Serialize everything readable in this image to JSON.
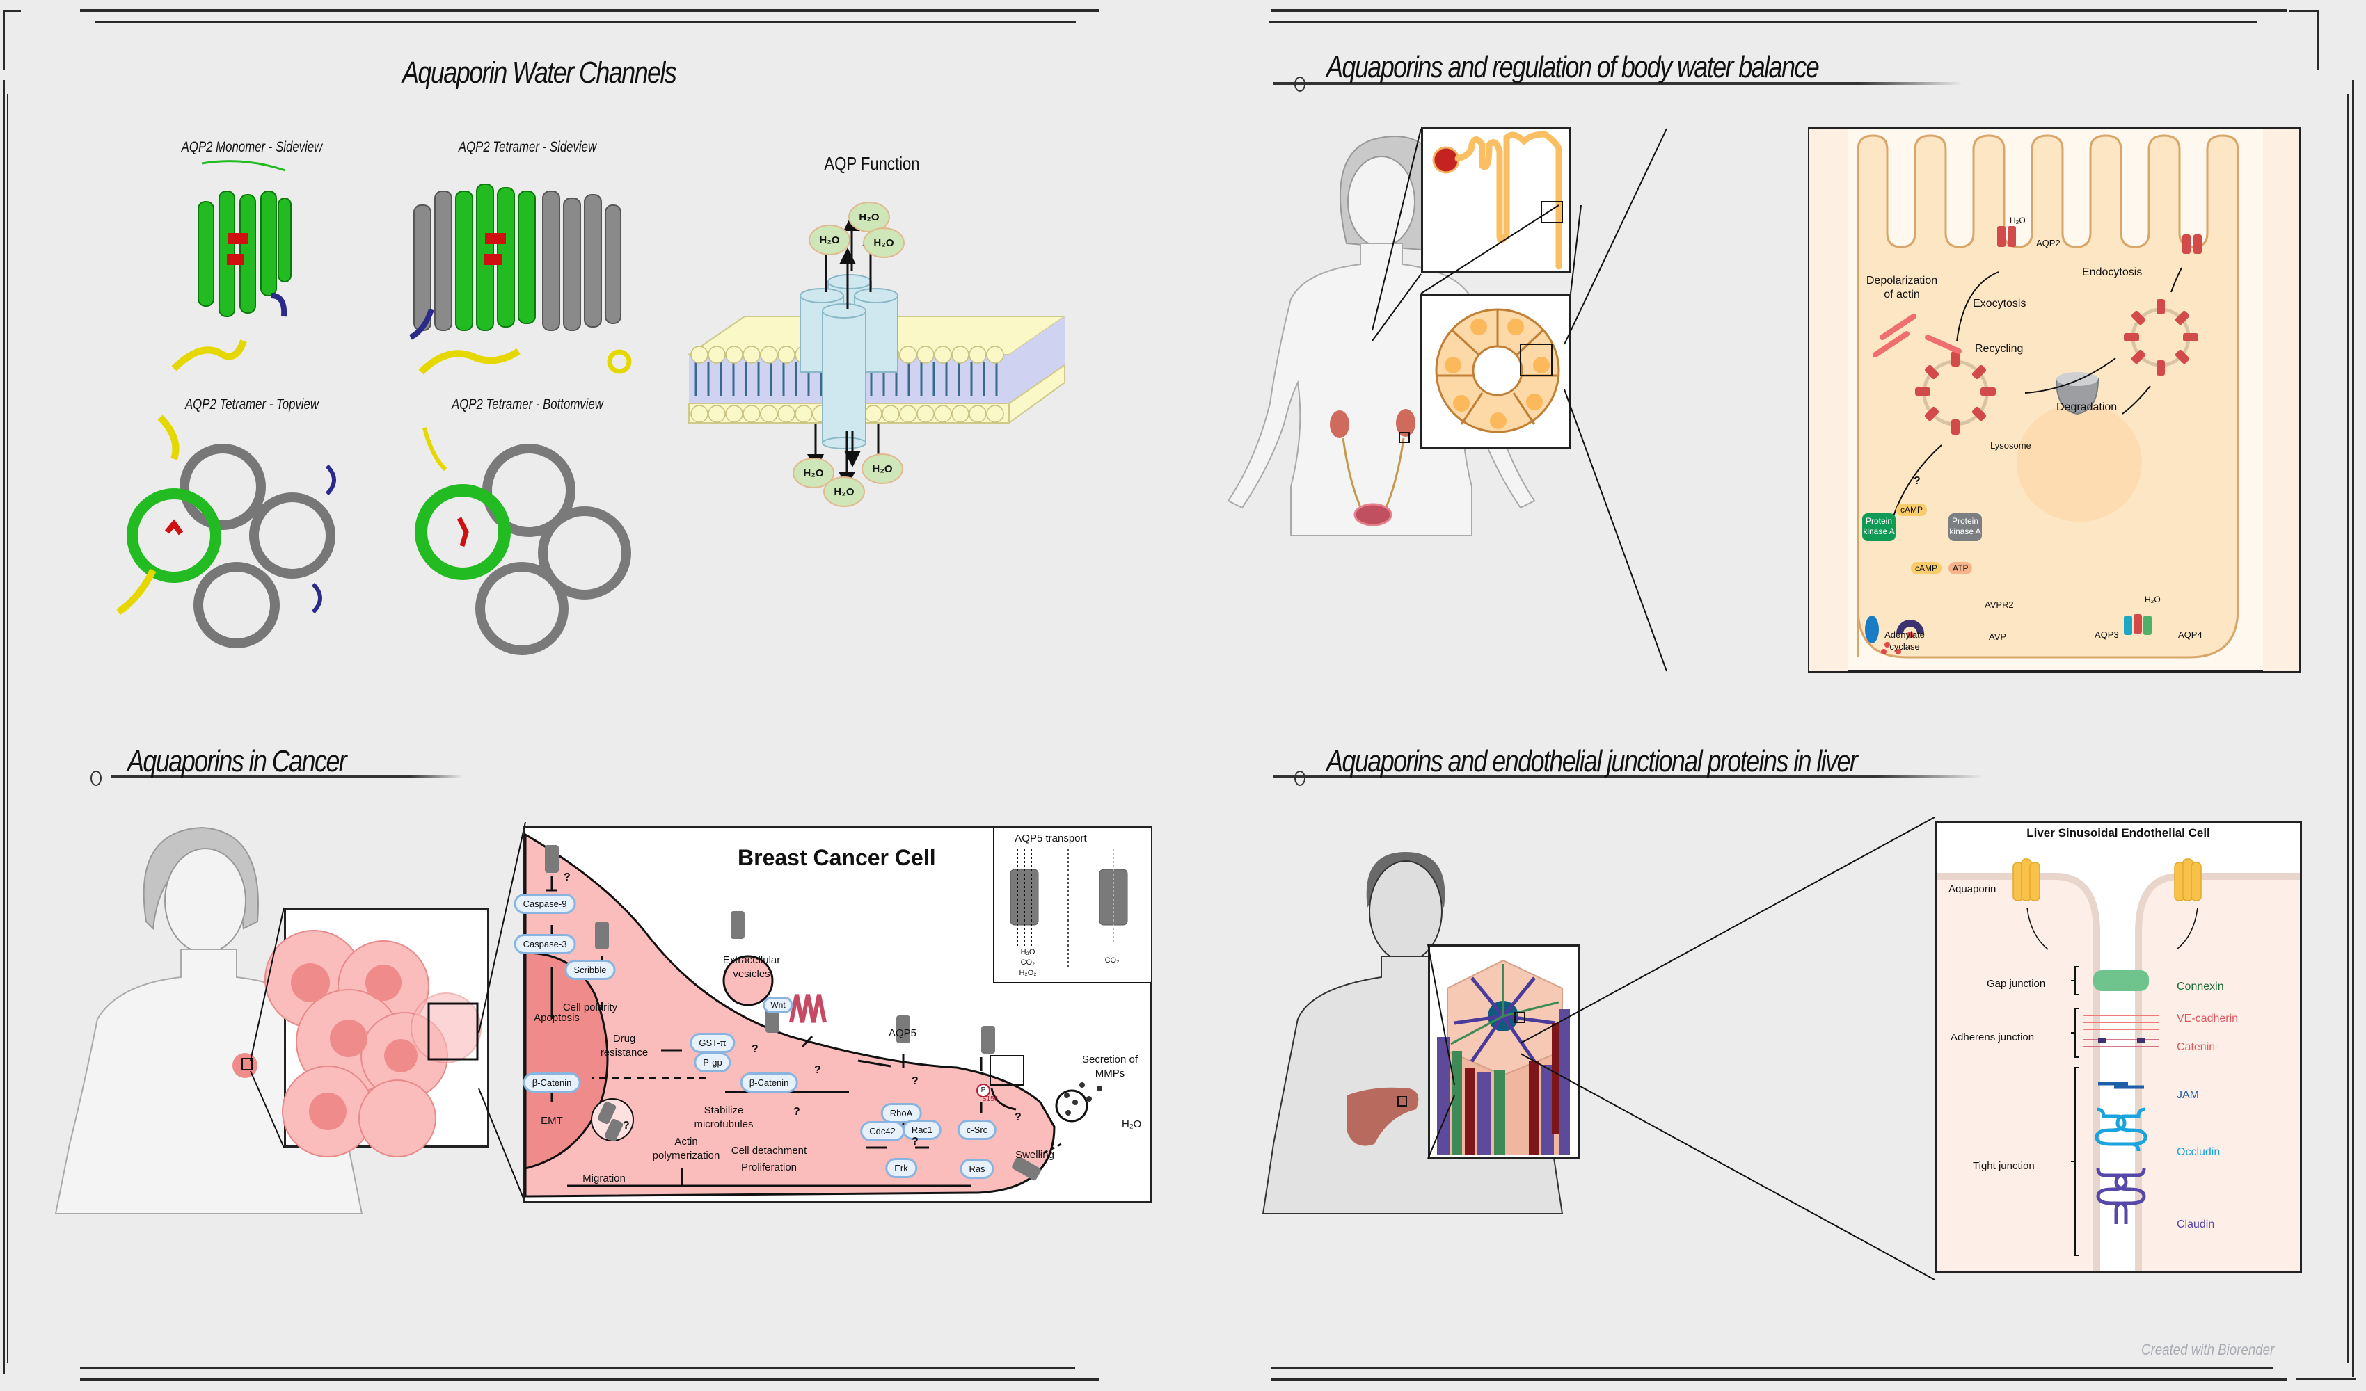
{
  "footer": {
    "credit": "Created with Biorender"
  },
  "panels": {
    "structure": {
      "title": "Aquaporin Water Channels",
      "views": [
        {
          "label": "AQP2 Monomer - Sideview"
        },
        {
          "label": "AQP2 Tetramer - Sideview"
        },
        {
          "label": "AQP2 Tetramer - Topview"
        },
        {
          "label": "AQP2 Tetramer - Bottomview"
        }
      ],
      "function_title": "AQP Function",
      "water_label": "H₂O",
      "colors": {
        "helix_green": "#22bb22",
        "helix_gray": "#8a8a8a",
        "npa_red": "#d01010",
        "terminus_yellow": "#e5d800",
        "terminus_blue": "#3a3a9a",
        "membrane_head": "#fbf8c8",
        "membrane_tail": "#3a6a8a",
        "channel": "#cfe7ee"
      }
    },
    "water_balance": {
      "title": "Aquaporins and regulation of body water balance",
      "cell_labels": {
        "h2o": "H₂O",
        "aqp2": "AQP2",
        "depolarization": "Depolarization\nof actin",
        "depolarization_l1": "Depolarization",
        "depolarization_l2": "of actin",
        "exocytosis": "Exocytosis",
        "endocytosis": "Endocytosis",
        "recycling": "Recycling",
        "degradation": "Degradation",
        "lysosome": "Lysosome",
        "question": "?",
        "camp_bound": "cAMP",
        "pka_active_l1": "Protein",
        "pka_active_l2": "kinase A",
        "pka_inactive_l1": "Protein",
        "pka_inactive_l2": "kinase A",
        "camp": "cAMP",
        "atp": "ATP",
        "avpr2": "AVPR2",
        "avp": "AVP",
        "adenylate_l1": "Adenylate",
        "adenylate_l2": "cyclase",
        "aqp3": "AQP3",
        "aqp4": "AQP4",
        "basolateral_h2o": "H₂O"
      },
      "colors": {
        "cell": "#fde6c3",
        "cell_border": "#d9a66a",
        "aqp2": "#d24a4a",
        "pka_active": "#0f9a55",
        "pka_inactive": "#7b7f82",
        "camp": "#f8cb6b",
        "atp": "#f7b38a",
        "adenylate": "#1a7cc7",
        "avpr2": "#3d3270",
        "aqp3": "#1aa9c4",
        "aqp4": "#4fb06a"
      }
    },
    "cancer": {
      "title": "Aquaporins in Cancer",
      "cell_title": "Breast Cancer Cell",
      "transport": {
        "title": "AQP5 transport",
        "left_substrates": [
          "H₂O",
          "CO₂",
          "H₂O₂"
        ],
        "right_substrates": [
          "CO₂"
        ]
      },
      "nodes": {
        "caspase9": "Caspase-9",
        "caspase3": "Caspase-3",
        "apoptosis": "Apoptosis",
        "scribble": "Scribble",
        "cell_polarity": "Cell polarity",
        "extracellular_l1": "Extracellular",
        "extracellular_l2": "vesicles",
        "wnt": "Wnt",
        "gst": "GST-π",
        "pgp": "P-gp",
        "drug_l1": "Drug",
        "drug_l2": "resistance",
        "beta_catenin_nuc": "β-Catenin",
        "beta_catenin_cyto": "β-Catenin",
        "emt": "EMT",
        "aqp5": "AQP5",
        "rhoa": "RhoA",
        "cdc42": "Cdc42",
        "rac1": "Rac1",
        "erk": "Erk",
        "csrc": "c-Src",
        "ras": "Ras",
        "p": "P",
        "s156": "S156",
        "stabilize_l1": "Stabilize",
        "stabilize_l2": "microtubules",
        "actin_l1": "Actin",
        "actin_l2": "polymerization",
        "detachment": "Cell detachment",
        "proliferation": "Proliferation",
        "migration": "Migration",
        "swelling": "Swelling",
        "mmps_l1": "Secretion of",
        "mmps_l2": "MMPs",
        "h2o": "H₂O",
        "question": "?"
      },
      "colors": {
        "cytoplasm": "#fbbcbc",
        "nucleus": "#ef8b8b",
        "pill_fill": "#e6f1fb",
        "pill_border": "#8ab4e0",
        "channel": "#7a7a7a",
        "wnt_receptor": "#c74a64"
      }
    },
    "liver": {
      "title": "Aquaporins and endothelial junctional proteins in liver",
      "cell_title": "Liver Sinusoidal Endothelial Cell",
      "aquaporin_label": "Aquaporin",
      "junctions": [
        {
          "label": "Gap junction",
          "proteins": [
            {
              "name": "Connexin",
              "color": "#1d6b35"
            }
          ]
        },
        {
          "label": "Adherens junction",
          "proteins": [
            {
              "name": "VE-cadherin",
              "color": "#e0575e"
            },
            {
              "name": "Catenin",
              "color": "#e0575e"
            }
          ]
        },
        {
          "label": "Tight junction",
          "proteins": [
            {
              "name": "JAM",
              "color": "#1f5ea8"
            },
            {
              "name": "Occludin",
              "color": "#1aa3dc"
            },
            {
              "name": "Claudin",
              "color": "#5548a8"
            }
          ]
        }
      ],
      "colors": {
        "cell": "#fdefe8",
        "membrane": "#e8d6cc",
        "aquaporin": "#f8c24a",
        "liver": "#b86a5e",
        "vein_purple": "#5e4a9a",
        "vein_green": "#3e8a57",
        "vein_red": "#7e1519",
        "central_vein": "#0f5a7e"
      }
    }
  }
}
